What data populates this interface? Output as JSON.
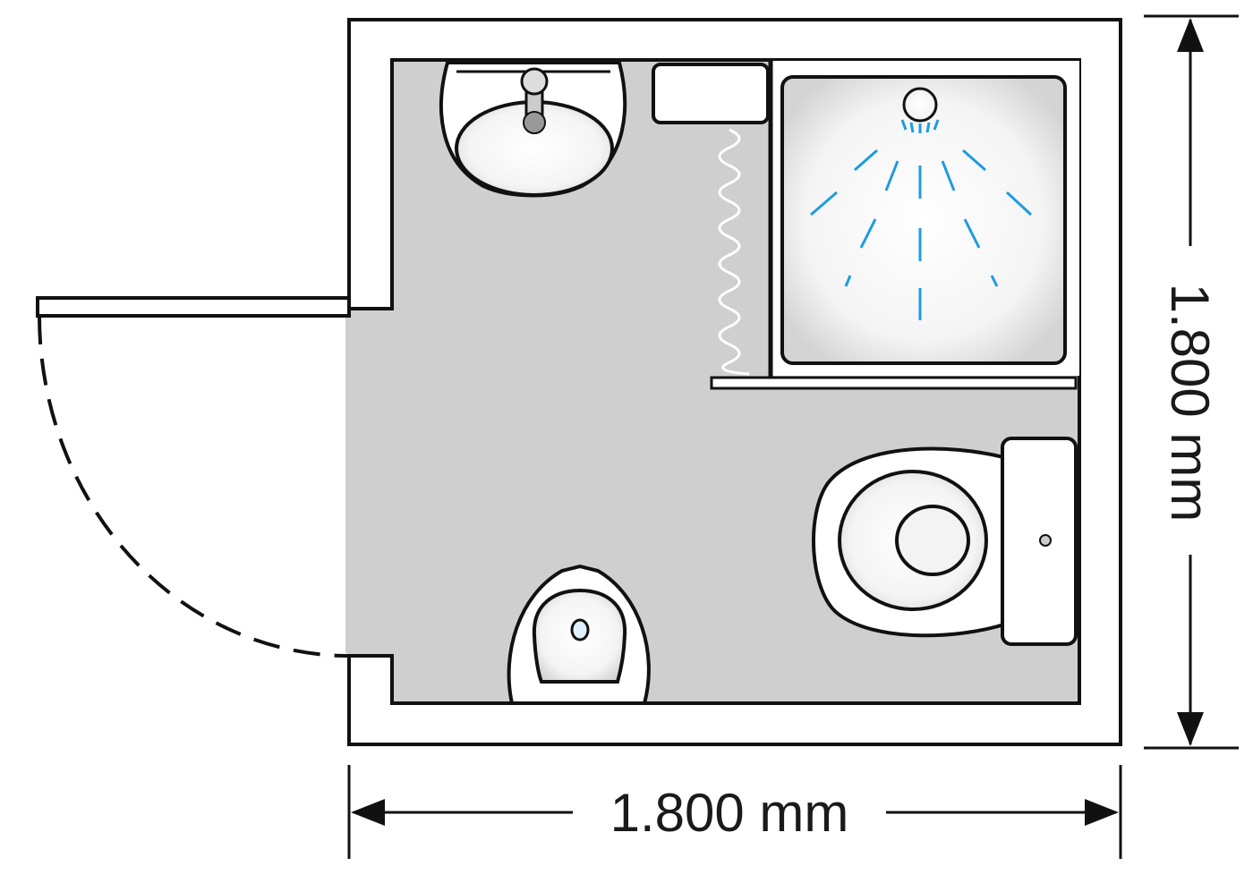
{
  "title": "Bathroom floor plan",
  "dimensions": {
    "width_label": "1.800 mm",
    "height_label": "1.800 mm"
  },
  "fixtures": [
    "washbasin",
    "cabinet",
    "shower",
    "shower-curtain",
    "toilet",
    "bidet",
    "door"
  ],
  "colors": {
    "floor": "#cfcfcf",
    "wall": "#ffffff",
    "line": "#111111",
    "water": "#1e9be0"
  }
}
